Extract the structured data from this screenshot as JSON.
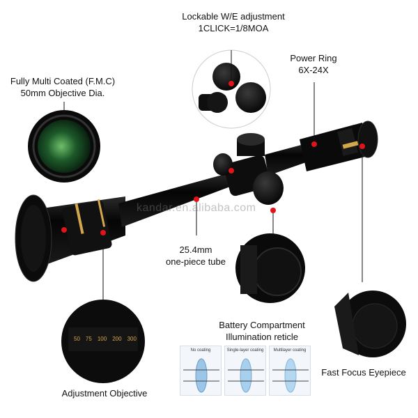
{
  "labels": {
    "we_adjust_line1": "Lockable  W/E adjustment",
    "we_adjust_line2": "1CLICK=1/8MOA",
    "power_line1": "Power Ring",
    "power_line2": "6X-24X",
    "fmc_line1": "Fully Multi Coated (F.M.C)",
    "fmc_line2": "50mm Objective Dia.",
    "tube_line1": "25.4mm",
    "tube_line2": "one-piece tube",
    "battery_line1": "Battery Compartment",
    "battery_line2": "Illumination reticle",
    "eyepiece": "Fast Focus Eyepiece",
    "adjustment": "Adjustment  Objective"
  },
  "watermark": "kandar.en.alibaba.com",
  "scale_marks": [
    "50",
    "75",
    "100",
    "200",
    "300"
  ],
  "coating": {
    "no": "No coating",
    "single": "Single-layer coating",
    "multi": "Multilayer coating"
  },
  "colors": {
    "marker": "#e0141a",
    "scope": "#0c0c0c",
    "accent_gold": "#d4a84a"
  }
}
